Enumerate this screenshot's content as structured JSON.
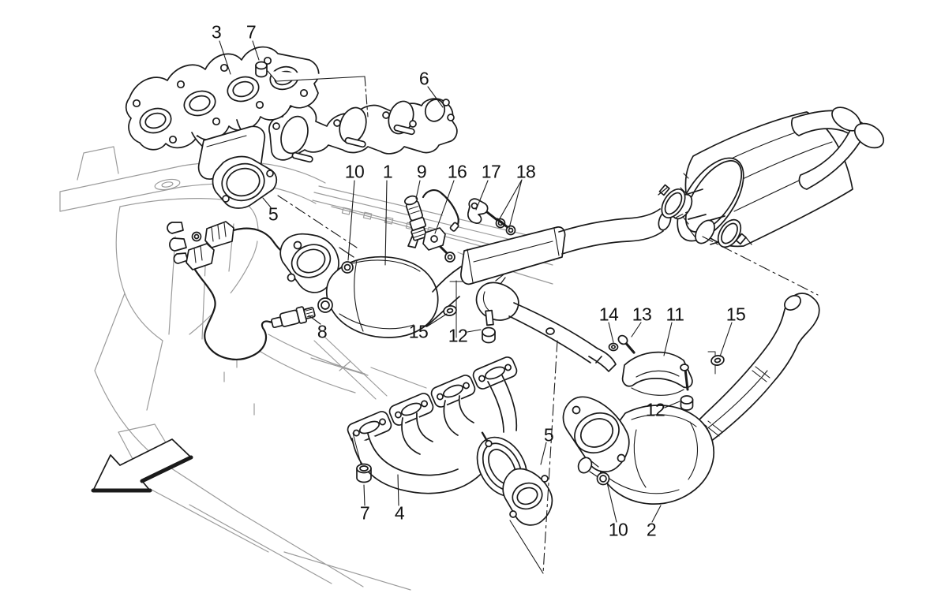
{
  "figure": {
    "kind": "exploded-parts-line-diagram",
    "colors": {
      "line": "#1a1a1a",
      "chassis": "#9b9b9b",
      "background": "#ffffff"
    }
  },
  "callouts": [
    {
      "label": "3"
    },
    {
      "label": "7"
    },
    {
      "label": "6"
    },
    {
      "label": "10"
    },
    {
      "label": "1"
    },
    {
      "label": "9"
    },
    {
      "label": "16"
    },
    {
      "label": "17"
    },
    {
      "label": "18"
    },
    {
      "label": "5"
    },
    {
      "label": "8"
    },
    {
      "label": "15"
    },
    {
      "label": "12"
    },
    {
      "label": "14"
    },
    {
      "label": "13"
    },
    {
      "label": "11"
    },
    {
      "label": "15"
    },
    {
      "label": "12"
    },
    {
      "label": "5"
    },
    {
      "label": "7"
    },
    {
      "label": "4"
    },
    {
      "label": "10"
    },
    {
      "label": "2"
    }
  ]
}
